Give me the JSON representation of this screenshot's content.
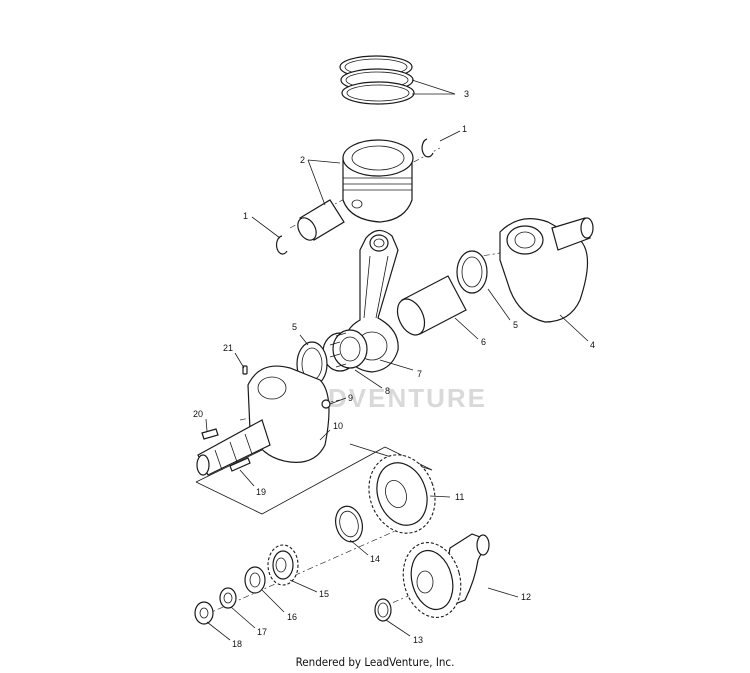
{
  "watermark": "LEADVENTURE",
  "footer": "Rendered by LeadVenture, Inc.",
  "callouts": {
    "c1a": "1",
    "c1b": "1",
    "c2": "2",
    "c3": "3",
    "c4": "4",
    "c5a": "5",
    "c5b": "5",
    "c6": "6",
    "c7": "7",
    "c8": "8",
    "c9": "9",
    "c10": "10",
    "c11": "11",
    "c12": "12",
    "c13": "13",
    "c14": "14",
    "c15": "15",
    "c16": "16",
    "c17": "17",
    "c18": "18",
    "c19": "19",
    "c20": "20",
    "c21": "21"
  }
}
